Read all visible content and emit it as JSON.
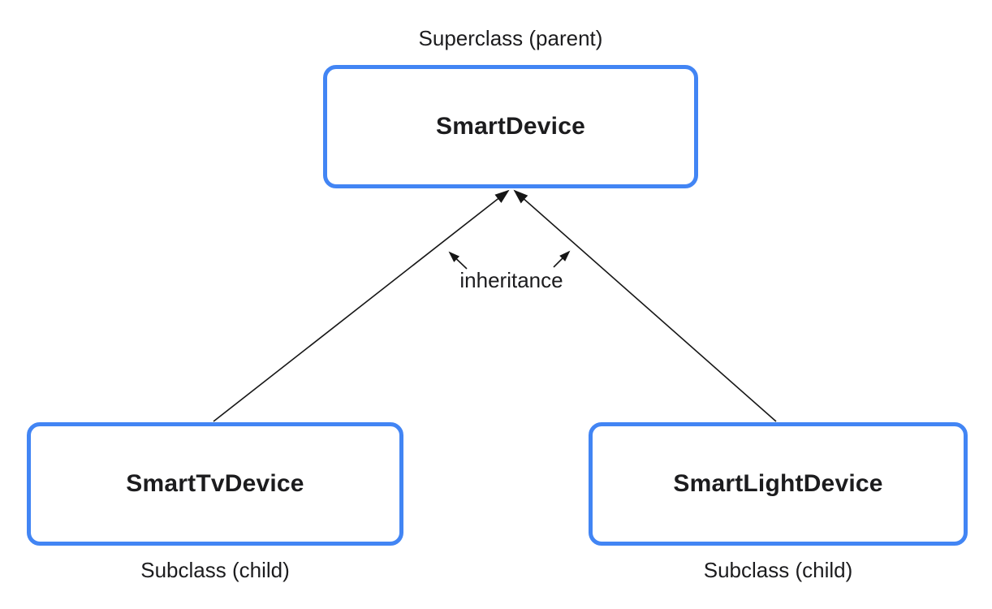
{
  "diagram": {
    "superclass_caption": "Superclass (parent)",
    "superclass": {
      "label": "SmartDevice"
    },
    "inheritance_label": "inheritance",
    "subclasses": [
      {
        "label": "SmartTvDevice",
        "caption": "Subclass (child)"
      },
      {
        "label": "SmartLightDevice",
        "caption": "Subclass (child)"
      }
    ]
  },
  "colors": {
    "accent": "#4285F4",
    "ink": "#1c1c1e",
    "line": "#161616",
    "background": "#ffffff"
  }
}
